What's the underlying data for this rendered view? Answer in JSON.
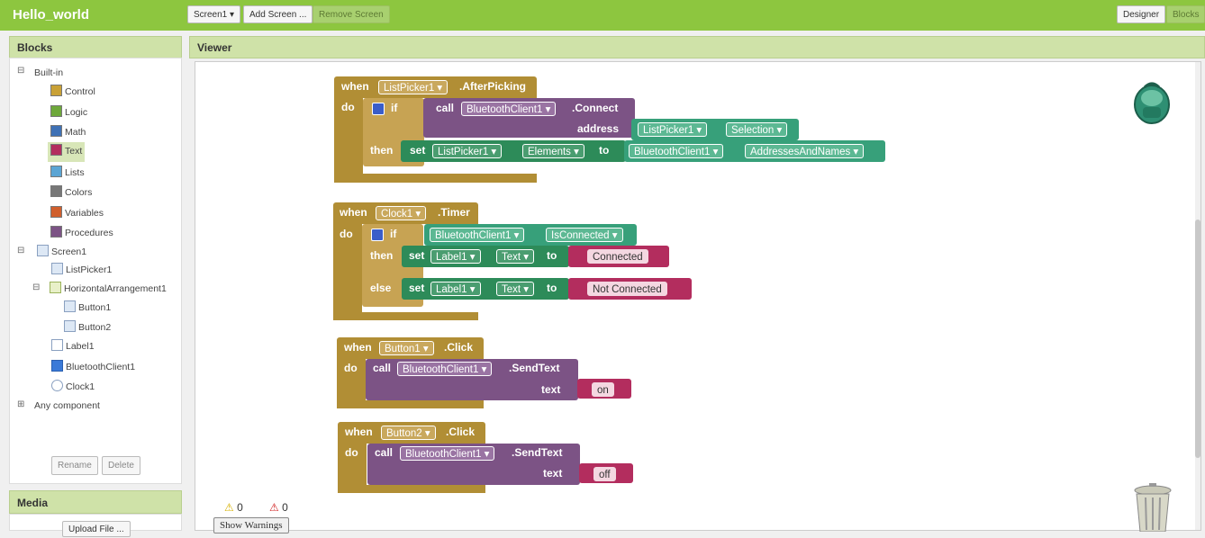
{
  "app": {
    "title": "Hello_world"
  },
  "toolbar": {
    "screen_select": "Screen1 ▾",
    "add_screen": "Add Screen ...",
    "remove_screen": "Remove Screen",
    "designer": "Designer",
    "blocks": "Blocks"
  },
  "blocks_panel": {
    "title": "Blocks",
    "builtin_label": "Built-in",
    "builtin_items": [
      {
        "label": "Control",
        "color": "#c9a136"
      },
      {
        "label": "Logic",
        "color": "#6ea83b"
      },
      {
        "label": "Math",
        "color": "#3f71b5"
      },
      {
        "label": "Text",
        "color": "#b32d5e"
      },
      {
        "label": "Lists",
        "color": "#5ba5d4"
      },
      {
        "label": "Colors",
        "color": "#777777"
      },
      {
        "label": "Variables",
        "color": "#d05f2d"
      },
      {
        "label": "Procedures",
        "color": "#7c5385"
      }
    ],
    "screen_label": "Screen1",
    "components": [
      "ListPicker1",
      "HorizontalArrangement1",
      "Button1",
      "Button2",
      "Label1",
      "BluetoothClient1",
      "Clock1"
    ],
    "any_component": "Any component",
    "rename": "Rename",
    "delete": "Delete"
  },
  "media_panel": {
    "title": "Media",
    "upload": "Upload File ..."
  },
  "viewer": {
    "title": "Viewer",
    "warnings_count": "0",
    "errors_count": "0",
    "show_warnings": "Show Warnings"
  },
  "blocks_code": {
    "when": "when",
    "do": "do",
    "if": "if",
    "then": "then",
    "else": "else",
    "call": "call",
    "set": "set",
    "to": "to",
    "address": "address",
    "text": "text",
    "listpicker1": "ListPicker1 ▾",
    "after_picking": ".AfterPicking",
    "btclient": "BluetoothClient1 ▾",
    "connect": ".Connect",
    "selection": "Selection ▾",
    "elements": "Elements ▾",
    "addresses": "AddressesAndNames ▾",
    "clock1": "Clock1 ▾",
    "timer": ".Timer",
    "isconnected": "IsConnected ▾",
    "label1": "Label1 ▾",
    "text_prop": "Text ▾",
    "connected": "Connected",
    "not_connected": "Not Connected",
    "button1": "Button1 ▾",
    "button2": "Button2 ▾",
    "click": ".Click",
    "send_text": ".SendText",
    "on": "on",
    "off": "off"
  }
}
